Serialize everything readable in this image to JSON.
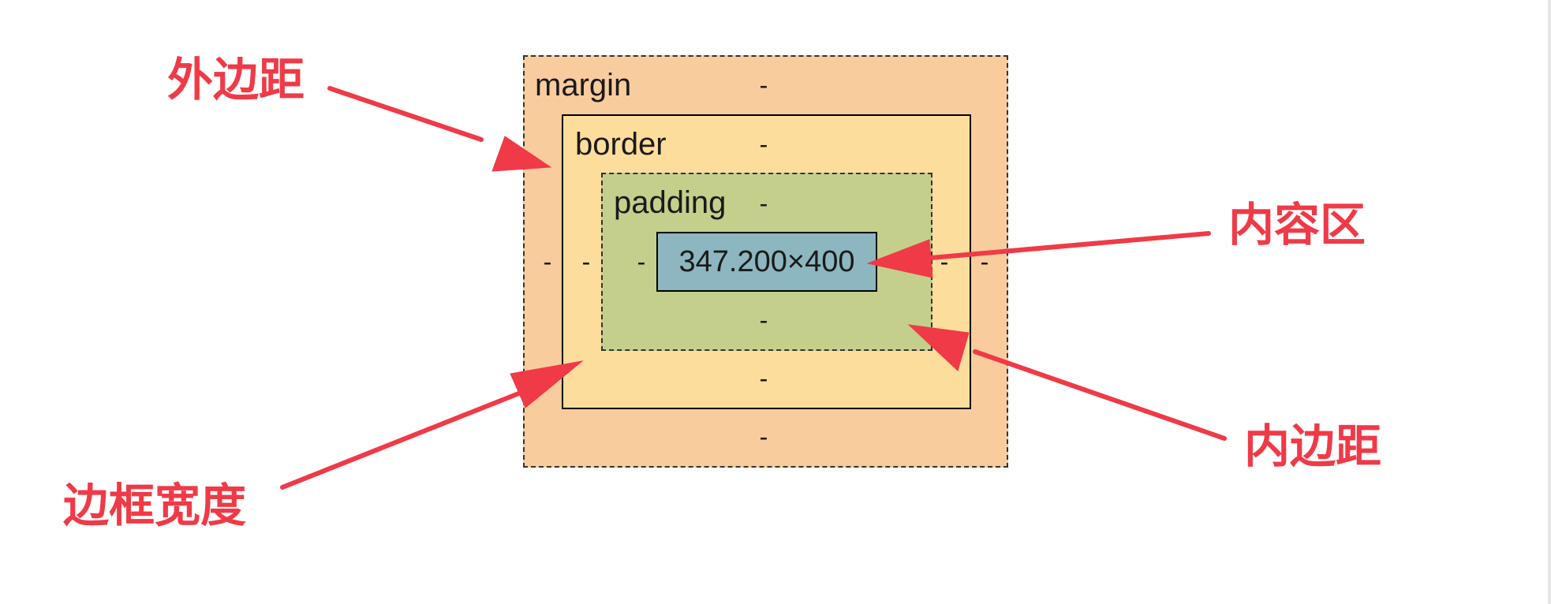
{
  "box_model": {
    "margin": {
      "label": "margin",
      "top": "-",
      "right": "-",
      "bottom": "-",
      "left": "-"
    },
    "border": {
      "label": "border",
      "top": "-",
      "right": "-",
      "bottom": "-",
      "left": "-"
    },
    "padding": {
      "label": "padding",
      "top": "-",
      "right": "-",
      "bottom": "-",
      "left": "-"
    },
    "content": {
      "size": "347.200×400"
    }
  },
  "annotations": {
    "margin": "外边距",
    "border_width": "边框宽度",
    "content_area": "内容区",
    "padding": "内边距"
  },
  "colors": {
    "margin_fill": "#f9cc9d",
    "border_fill": "#fddd9b",
    "padding_fill": "#c3cf8b",
    "content_fill": "#8cb6c0",
    "annotation": "#f03a47"
  }
}
